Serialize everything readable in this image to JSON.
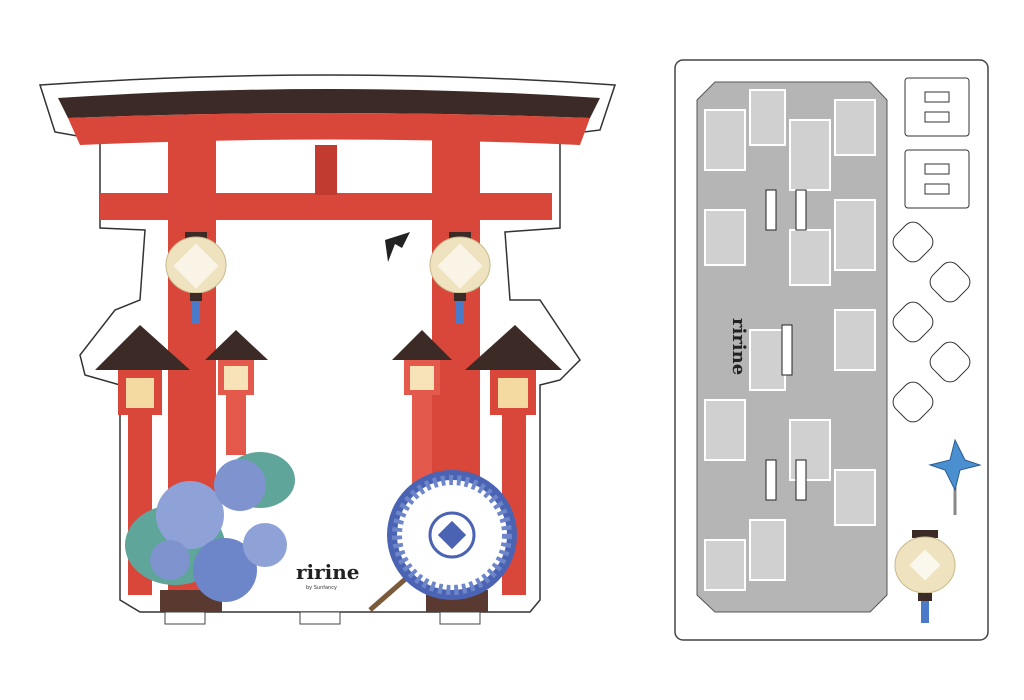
{
  "brand": {
    "logo_text": "ririne",
    "logo_subtext": "by Sunfancy"
  },
  "colors": {
    "torii_red": "#d9463a",
    "roof_dark": "#3b2a26",
    "stone_gray": "#b5b5b5",
    "hydrangea_blue": "#6d86c9",
    "umbrella_blue": "#4b63b3",
    "lantern_cream": "#efe3bf"
  },
  "parts": {
    "main_stand": "torii-gate-stand",
    "base_plate": "stone-path-base",
    "accessories": [
      "slot-tabs",
      "hydrangea-flowers",
      "pinwheel",
      "paper-lantern"
    ]
  }
}
